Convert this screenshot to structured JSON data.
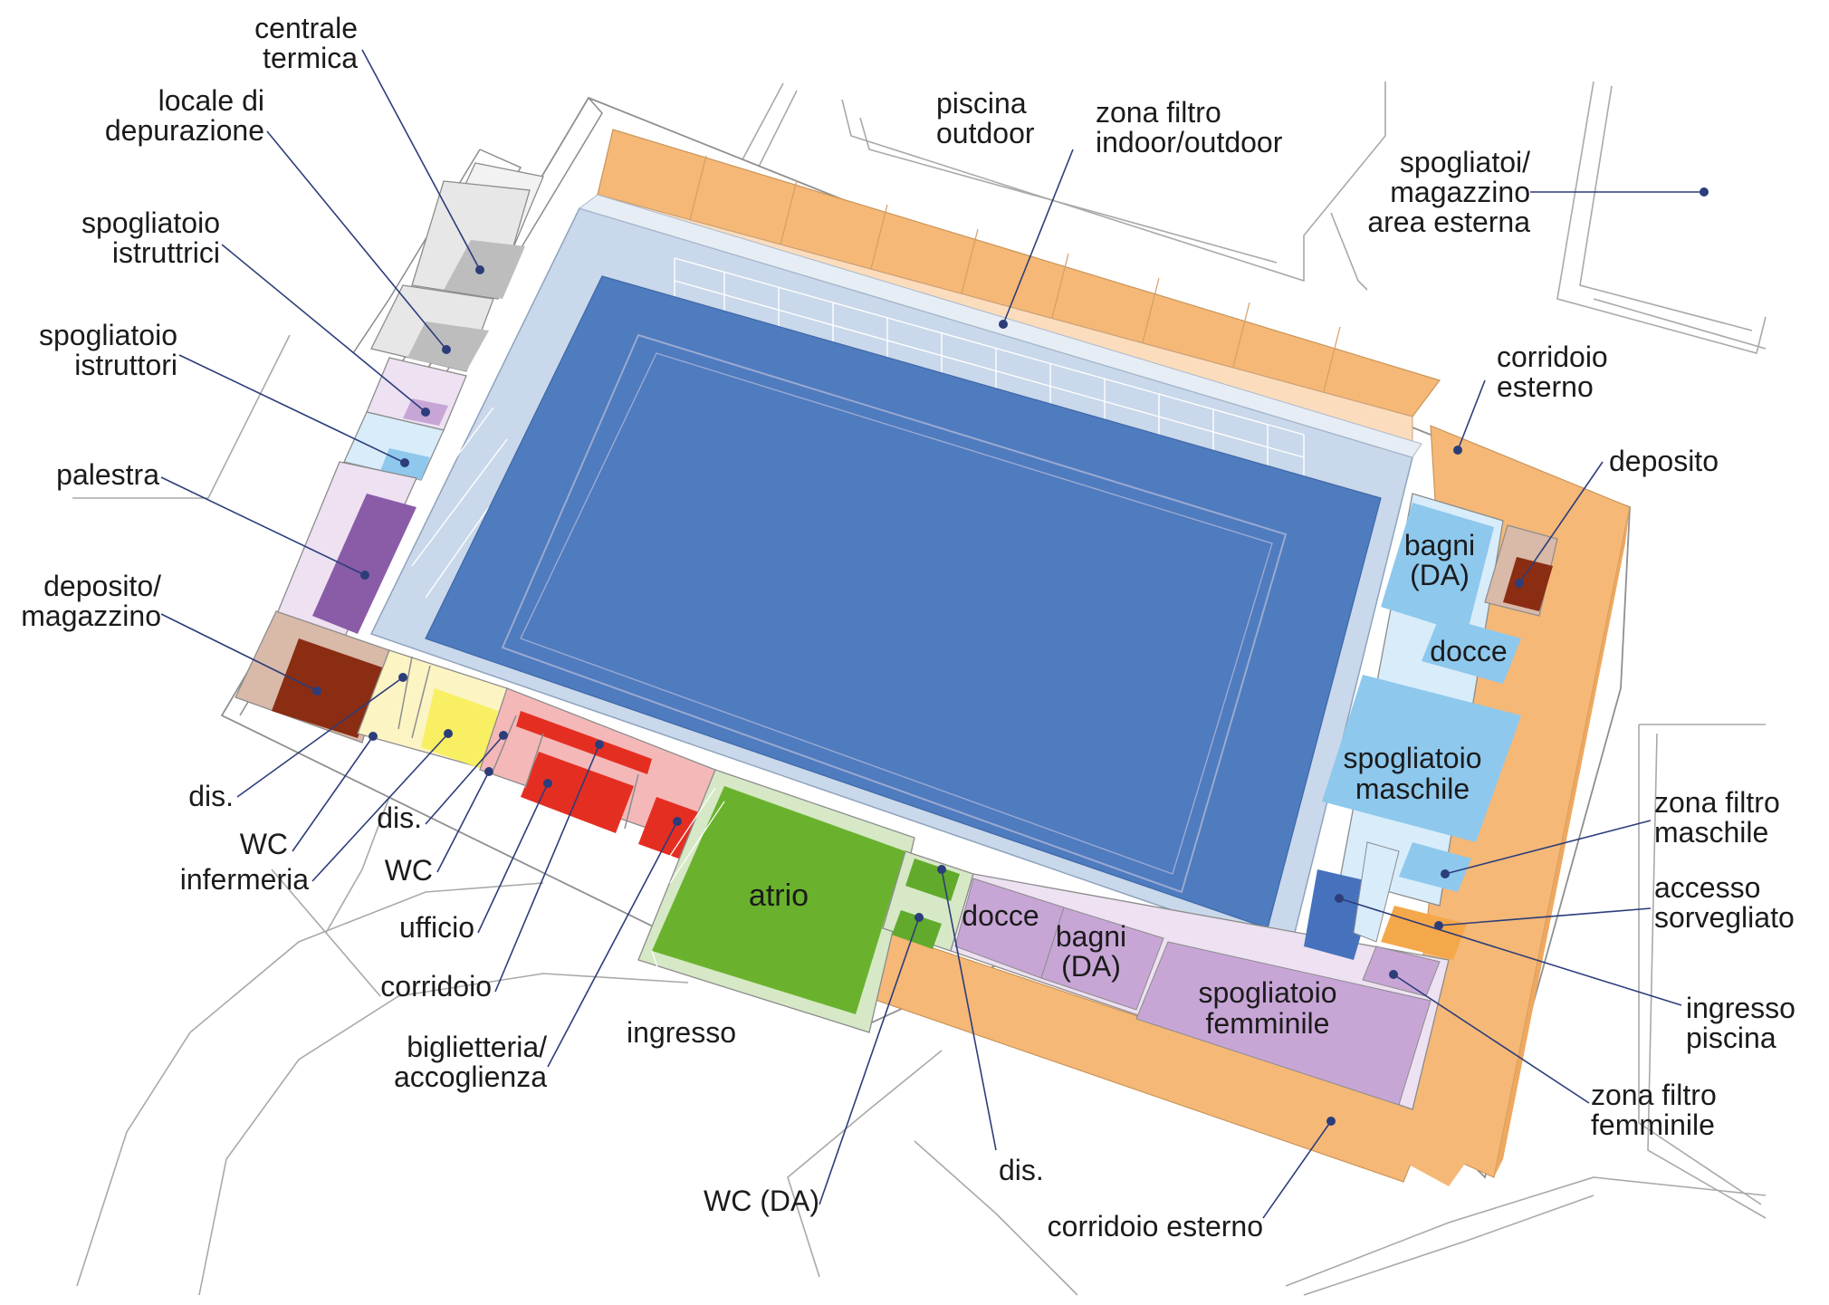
{
  "labels": {
    "centrale_termica": [
      "centrale",
      "termica"
    ],
    "locale_depurazione": [
      "locale di",
      "depurazione"
    ],
    "spogliatoio_istruttrici": [
      "spogliatoio",
      "istruttrici"
    ],
    "spogliatoio_istruttori": [
      "spogliatoio",
      "istruttori"
    ],
    "palestra": [
      "palestra"
    ],
    "deposito_magazzino": [
      "deposito/",
      "magazzino"
    ],
    "dis_left": [
      "dis."
    ],
    "wc_left": [
      "WC"
    ],
    "infermeria": [
      "infermeria"
    ],
    "dis_mid": [
      "dis."
    ],
    "wc_mid": [
      "WC"
    ],
    "ufficio": [
      "ufficio"
    ],
    "corridoio": [
      "corridoio"
    ],
    "biglietteria": [
      "biglietteria/",
      "accoglienza"
    ],
    "ingresso": [
      "ingresso"
    ],
    "wc_da": [
      "WC (DA)"
    ],
    "dis_bottom": [
      "dis."
    ],
    "corridoio_esterno_bottom": [
      "corridoio esterno"
    ],
    "piscina_outdoor": [
      "piscina",
      "outdoor"
    ],
    "zona_filtro_io": [
      "zona filtro",
      "indoor/outdoor"
    ],
    "spogliatoi_magazzino": [
      "spogliatoi/",
      "magazzino",
      "area esterna"
    ],
    "corridoio_esterno_right": [
      "corridoio",
      "esterno"
    ],
    "deposito": [
      "deposito"
    ],
    "zona_filtro_maschile": [
      "zona filtro",
      "maschile"
    ],
    "accesso_sorvegliato": [
      "accesso",
      "sorvegliato"
    ],
    "ingresso_piscina": [
      "ingresso",
      "piscina"
    ],
    "zona_filtro_femminile": [
      "zona filtro",
      "femminile"
    ]
  },
  "rooms": {
    "atrio": [
      "atrio"
    ],
    "bagni_da_right": [
      "bagni",
      "(DA)"
    ],
    "docce_right": [
      "docce"
    ],
    "spogliatoio_maschile": [
      "spogliatoio",
      "maschile"
    ],
    "docce_bottom": [
      "docce"
    ],
    "bagni_da_bottom": [
      "bagni",
      "(DA)"
    ],
    "spogliatoio_femminile": [
      "spogliatoio",
      "femminile"
    ]
  },
  "colors": {
    "pool": "#4f7bbf",
    "pool_hall": "#c9d8ea",
    "outdoor_corridor": "#f5b877",
    "outdoor_corridor_light": "#fbdcbc",
    "atrio": "#6ab22e",
    "wc_green": "#62aa2c",
    "green_light": "#d6e8c6",
    "red": "#e52e22",
    "pink": "#f4b8b8",
    "yellow": "#f8ef62",
    "yellow_light": "#fcf4c3",
    "brown": "#8a2d12",
    "beige": "#d9b9a8",
    "purple": "#8a5ca8",
    "lilac": "#c7a6d6",
    "lilac_light": "#ede1f2",
    "light_blue": "#8ec8ed",
    "pale_blue": "#d8ecfa",
    "blue_mid": "#4672bd",
    "grey": "#bdbdbd",
    "grey_light": "#e7e7e7",
    "leader": "#2c3d7a"
  }
}
